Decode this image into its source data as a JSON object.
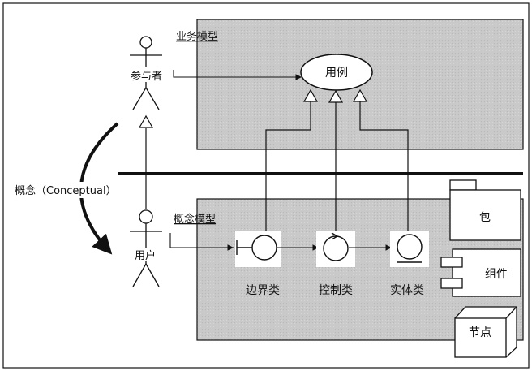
{
  "actors": {
    "participant": "参与者",
    "user": "用户"
  },
  "panels": {
    "business_model": "业务模型",
    "concept_model": "概念模型"
  },
  "business": {
    "usecase": "用例"
  },
  "concept": {
    "boundary": "边界类",
    "control": "控制类",
    "entity": "实体类"
  },
  "side_elements": {
    "package": "包",
    "component": "组件",
    "node": "节点"
  },
  "conceptual_label": "概念（Conceptual）",
  "colors": {
    "panel_fill": "#c9c9c9",
    "stroke": "#111111",
    "background": "#ffffff"
  }
}
